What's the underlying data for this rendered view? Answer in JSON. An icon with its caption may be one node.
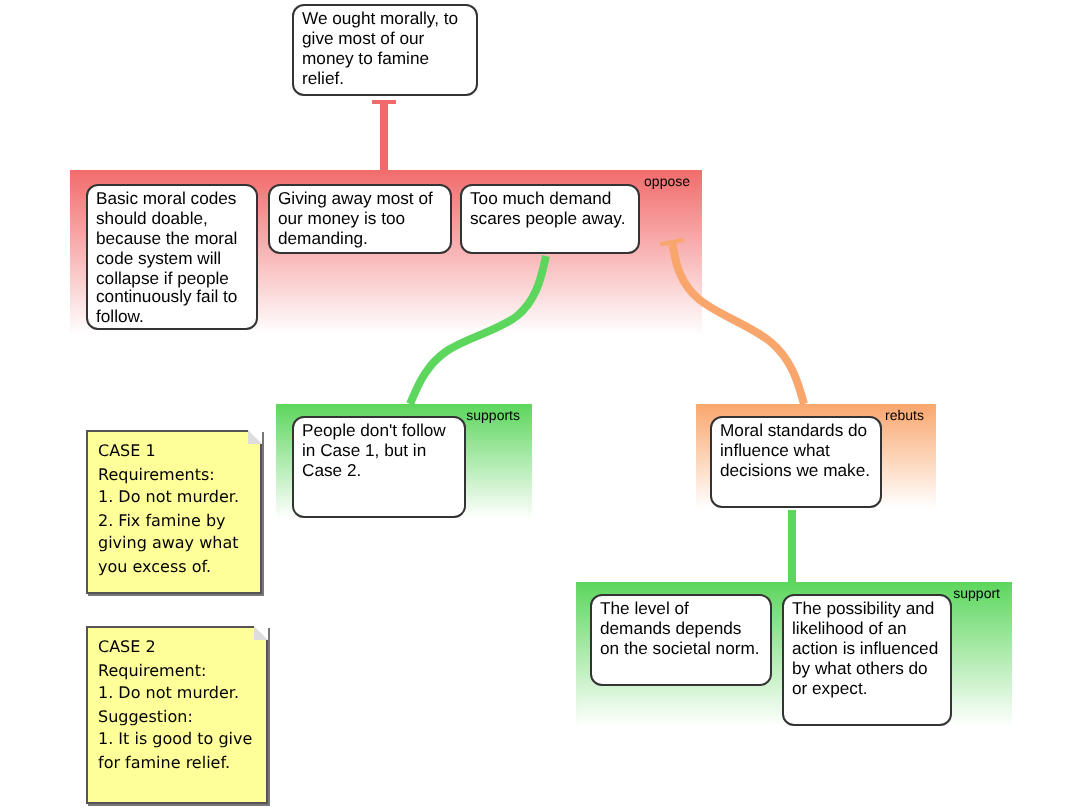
{
  "diagram": {
    "nodes": [
      {
        "text": [
          "We ought morally, to give most of our money to famine relief."
        ]
      },
      {
        "text": [
          "oppose"
        ]
      },
      {
        "text": [
          "Basic moral codes should doable, because the moral code system will collapse if people continuously fail to follow."
        ],
        "in": 1
      },
      {
        "text": [
          "Giving away most of our money is too demanding."
        ],
        "in": 1
      },
      {
        "text": [
          "Too much demand scares people away."
        ],
        "in": 1
      },
      {
        "text": [
          "supports"
        ]
      },
      {
        "text": [
          "People don't follow in Case 1, but in Case 2."
        ],
        "in": 5
      },
      {
        "text": [
          "rebuts"
        ]
      },
      {
        "text": [
          "Moral standards do influence what decisions we make."
        ],
        "in": 7
      },
      {
        "text": [
          "support"
        ]
      },
      {
        "text": [
          "The level of demands depends on the societal norm."
        ],
        "in": 9
      },
      {
        "text": [
          "The possibility and likelihood of an action is influenced by what others do or expect."
        ],
        "in": 9
      },
      {
        "text": [
          "CASE 1",
          "Requirements:",
          "1. Do not murder.",
          "2. Fix famine by giving away what you excess of."
        ]
      },
      {
        "text": [
          "CASE 2",
          "Requirement:",
          "1. Do not murder.",
          "Suggestion:",
          "1. It is good to give for famine relief."
        ]
      }
    ],
    "edges": [
      {
        "from": 1,
        "to": 0,
        "arrow": "other",
        "color": "#f26b6b"
      },
      {
        "from": 5,
        "to": 4,
        "arrow": "none",
        "color": "#5cd65c"
      },
      {
        "from": 7,
        "to": 1,
        "arrow": "other",
        "color": "#f9a66c"
      },
      {
        "from": 9,
        "to": 8,
        "arrow": "none",
        "color": "#5cd65c"
      }
    ]
  }
}
